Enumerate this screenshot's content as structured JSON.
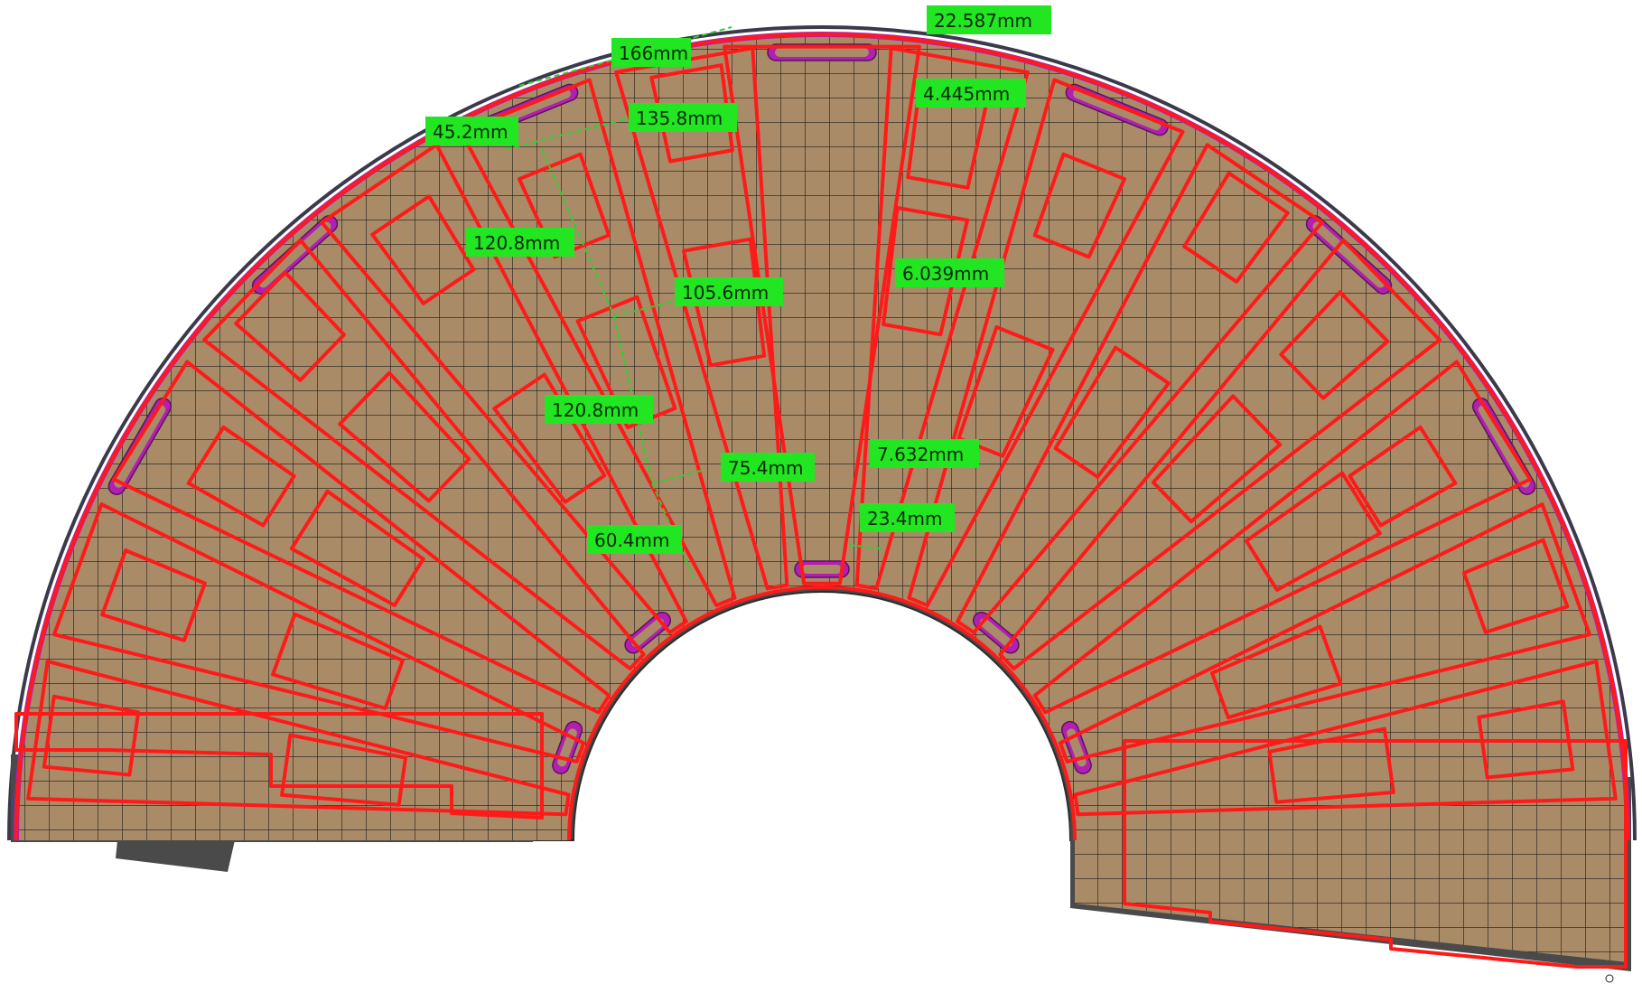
{
  "colors": {
    "background": "#ffffff",
    "cavity": "#4a4a4a",
    "cavity_edge": "#2b2b2b",
    "fill": "#a98b67",
    "grid": "#1c1c1c",
    "ply_outline": "#ff1a1a",
    "purple": "#b21fb2",
    "orange": "#d46a10",
    "label_bg": "#22e622",
    "dim_line": "#2fd02f"
  },
  "icons": {
    "slot": "rounded-slot-cutout",
    "hole": "circular-hole"
  },
  "dimensions": [
    {
      "id": "d1",
      "text": "22.587mm"
    },
    {
      "id": "d2",
      "text": "166mm"
    },
    {
      "id": "d3",
      "text": "4.445mm"
    },
    {
      "id": "d4",
      "text": "45.2mm"
    },
    {
      "id": "d5",
      "text": "135.8mm"
    },
    {
      "id": "d6",
      "text": "120.8mm"
    },
    {
      "id": "d7",
      "text": "6.039mm"
    },
    {
      "id": "d8",
      "text": "105.6mm"
    },
    {
      "id": "d9",
      "text": "120.8mm"
    },
    {
      "id": "d10",
      "text": "7.632mm"
    },
    {
      "id": "d11",
      "text": "75.4mm"
    },
    {
      "id": "d12",
      "text": "23.4mm"
    },
    {
      "id": "d13",
      "text": "60.4mm"
    }
  ]
}
